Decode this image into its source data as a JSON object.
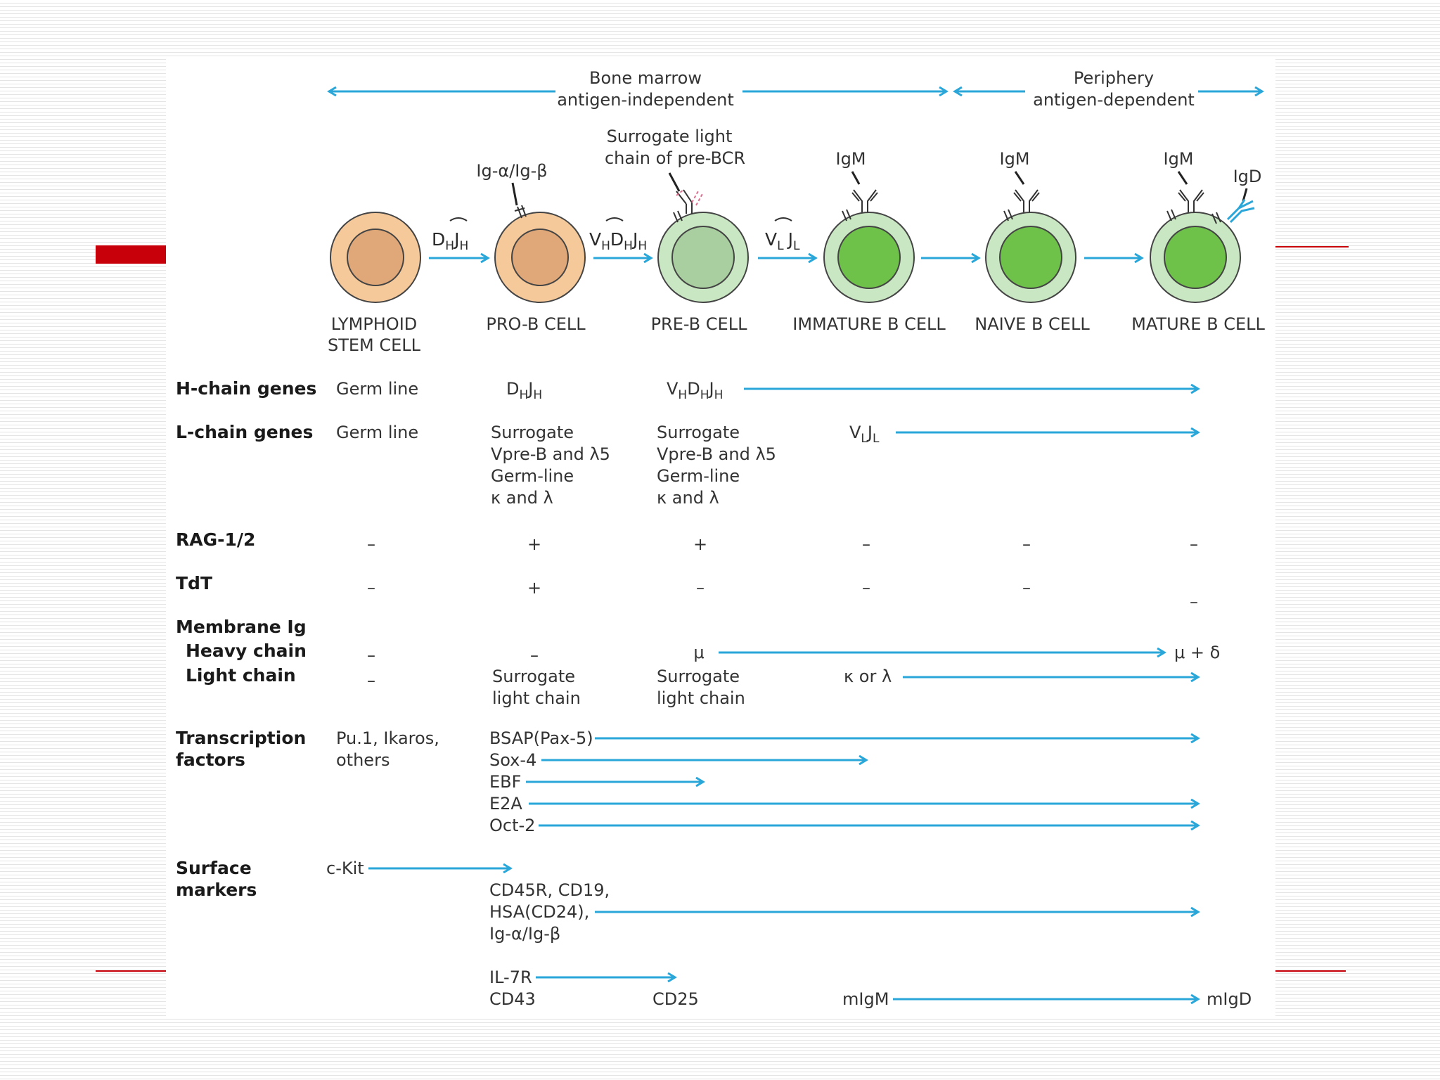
{
  "header": {
    "bone_marrow_line1": "Bone marrow",
    "bone_marrow_line2": "antigen-independent",
    "periphery_line1": "Periphery",
    "periphery_line2": "antigen-dependent"
  },
  "callouts": {
    "ig_alpha_beta": "Ig-α/Ig-β",
    "surrogate_line1": "Surrogate light",
    "surrogate_line2": "chain of pre-BCR",
    "igm": "IgM",
    "igd": "IgD"
  },
  "rearrangements": {
    "dj": {
      "main1": "D",
      "s1": "H",
      "main2": "J",
      "s2": "H"
    },
    "vdj": {
      "main1": "V",
      "s1": "H",
      "main2": "D",
      "s2": "H",
      "main3": "J",
      "s3": "H"
    },
    "vj": {
      "main1": "V",
      "s1": "L",
      "main2": "J",
      "s2": "L"
    }
  },
  "cells": [
    {
      "line1": "LYMPHOID",
      "line2": "STEM CELL",
      "fill": "#e0a878",
      "membrane": "#f6c99a"
    },
    {
      "line1": "PRO-B CELL",
      "fill": "#e0a878",
      "membrane": "#f6c99a"
    },
    {
      "line1": "PRE-B CELL",
      "fill": "#a9cfa0",
      "membrane": "#c9e7c2"
    },
    {
      "line1": "IMMATURE B CELL",
      "fill": "#6ec24a",
      "membrane": "#c9e7c2"
    },
    {
      "line1": "NAIVE B CELL",
      "fill": "#6ec24a",
      "membrane": "#c9e7c2"
    },
    {
      "line1": "MATURE B CELL",
      "fill": "#6ec24a",
      "membrane": "#c9e7c2"
    }
  ],
  "rows": {
    "h_chain": {
      "label": "H-chain genes",
      "col1": "Germ line",
      "col2": {
        "main1": "D",
        "s1": "H",
        "main2": "J",
        "s2": "H"
      },
      "col3": {
        "main1": "V",
        "s1": "H",
        "main2": "D",
        "s2": "H",
        "main3": "J",
        "s3": "H"
      }
    },
    "l_chain": {
      "label": "L-chain genes",
      "col1": "Germ line",
      "col2": [
        "Surrogate",
        "Vpre-B and λ5",
        "Germ-line",
        "κ and λ"
      ],
      "col3": [
        "Surrogate",
        "Vpre-B and λ5",
        "Germ-line",
        "κ and λ"
      ],
      "col4": {
        "main1": "V",
        "s1": "L",
        "main2": "J",
        "s2": "L"
      }
    },
    "rag": {
      "label": "RAG-1/2",
      "values": [
        "–",
        "+",
        "+",
        "–",
        "–",
        "–"
      ]
    },
    "tdt": {
      "label": "TdT",
      "values": [
        "–",
        "+",
        "–",
        "–",
        "–",
        "–"
      ]
    },
    "membrane_ig": {
      "label": "Membrane Ig",
      "heavy_label": "Heavy chain",
      "light_label": "Light chain",
      "heavy": [
        "–",
        "–",
        "μ",
        "μ + δ"
      ],
      "light": [
        "–",
        "Surrogate",
        "light chain",
        "Surrogate",
        "light chain",
        "κ or λ"
      ]
    },
    "tf": {
      "label_line1": "Transcription",
      "label_line2": "factors",
      "col1_line1": "Pu.1, Ikaros,",
      "col1_line2": "others",
      "items": [
        "BSAP(Pax-5)",
        "Sox-4",
        "EBF",
        "E2A",
        "Oct-2"
      ]
    },
    "surface": {
      "label_line1": "Surface",
      "label_line2": "markers",
      "ckit": "c-Kit",
      "cd_lines": [
        "CD45R, CD19,",
        "HSA(CD24),",
        "Ig-α/Ig-β"
      ],
      "il7r": "IL-7R",
      "cd43": "CD43",
      "cd25": "CD25",
      "migm": "mIgM",
      "migd": "mIgD"
    }
  }
}
